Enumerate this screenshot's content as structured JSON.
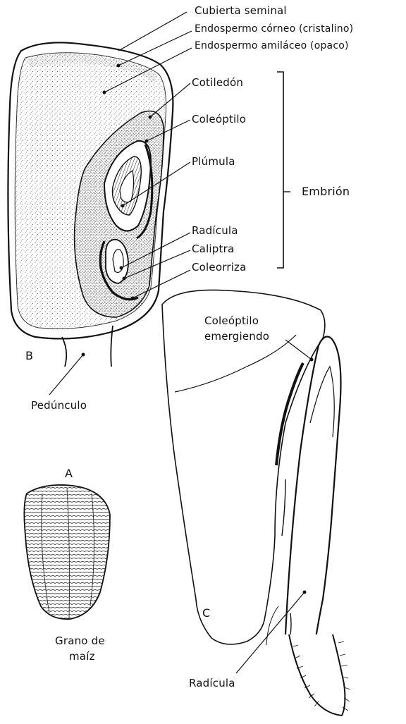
{
  "labels": {
    "cubierta_seminal": "Cubierta seminal",
    "endospermo_corneo": "Endospermo córneo (cristalino)",
    "endospermo_amilaceo": "Endospermo amiláceo (opaco)",
    "cotiledon": "Cotiledón",
    "coleoptilo": "Coleóptilo",
    "plumula": "Plúmula",
    "embrion": "Embrión",
    "radicula": "Radícula",
    "caliptra": "Caliptra",
    "coleorriza": "Coleorriza",
    "coleoptilo_emergiendo_1": "Coleóptilo",
    "coleoptilo_emergiendo_2": "emergiendo",
    "pedunculo": "Pedúnculo",
    "grano_de_maiz_1": "Grano de",
    "grano_de_maiz_2": "maíz",
    "radicula_c": "Radícula"
  },
  "panels": {
    "a": "A",
    "b": "B",
    "c": "C"
  },
  "colors": {
    "ink": "#111111",
    "background": "#ffffff"
  }
}
